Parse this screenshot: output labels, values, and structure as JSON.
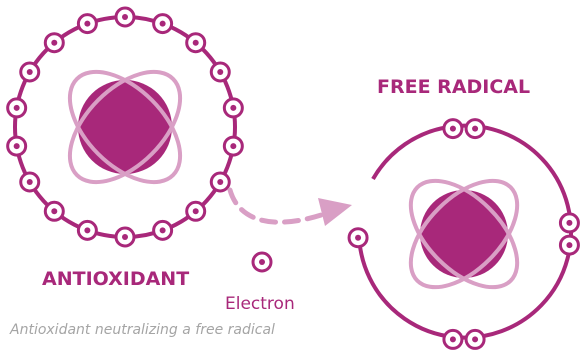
{
  "labels": {
    "antioxidant": "ANTIOXIDANT",
    "free_radical": "FREE RADICAL",
    "electron": "Electron"
  },
  "caption": "Antioxidant neutralizing a free radical",
  "colors": {
    "magenta": "#A8287A",
    "light_pink": "#D99FC5",
    "nucleus": "#A8287A",
    "caption_gray": "#A5A5A5"
  },
  "antioxidant": {
    "shell_electrons": 18
  },
  "free_radical": {
    "shell_electrons": 6,
    "unpaired": true
  }
}
